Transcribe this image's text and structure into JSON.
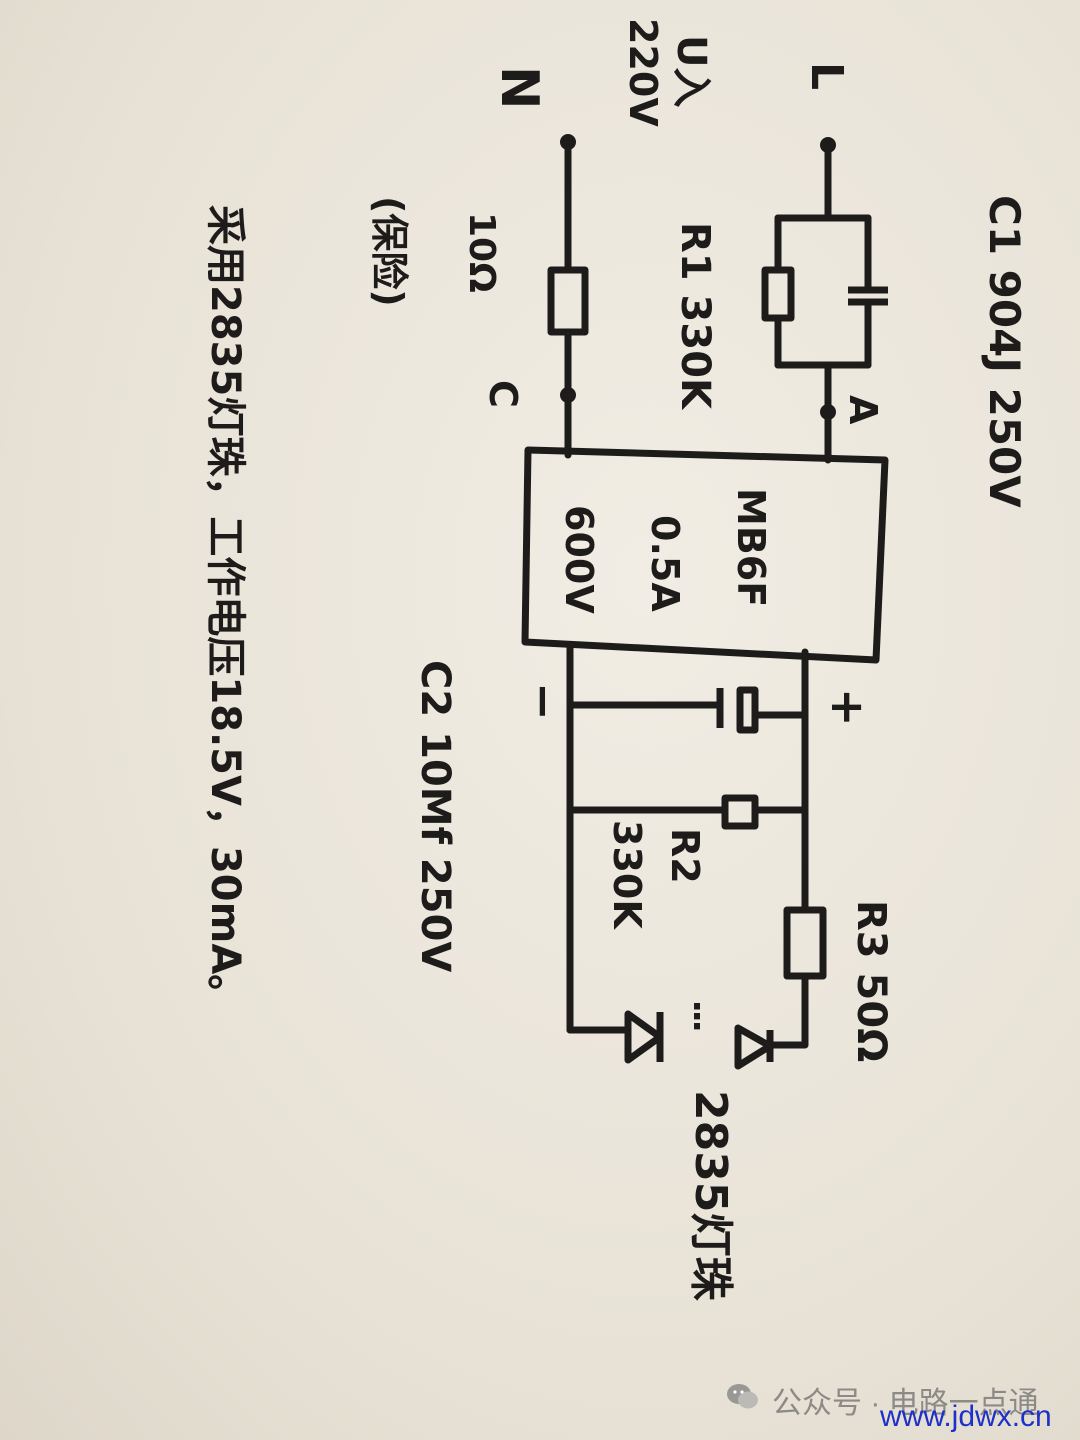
{
  "labels": {
    "line": "L",
    "neutral": "N",
    "input_voltage_symbol": "U入",
    "input_voltage": "220V",
    "c1": "C1 904J 250V",
    "r1": "R1 330K",
    "node_a": "A",
    "node_c": "C",
    "r_fuse_value": "10Ω",
    "r_fuse_note": "(保险)",
    "bridge_part": "MB6F",
    "bridge_current": "0.5A",
    "bridge_voltage": "600V",
    "plus": "+",
    "minus": "−",
    "c2": "C2 10Mf 250V",
    "r2": "R2",
    "r2_value": "330K",
    "r3": "R3 50Ω",
    "led_label": "2835灯珠",
    "led_dots": "⋮"
  },
  "note": "采用2835灯珠，工作电压18.5V，30mA。",
  "watermark": {
    "text": "公众号 · 电路一点通",
    "url": "www.jdwx.cn"
  }
}
